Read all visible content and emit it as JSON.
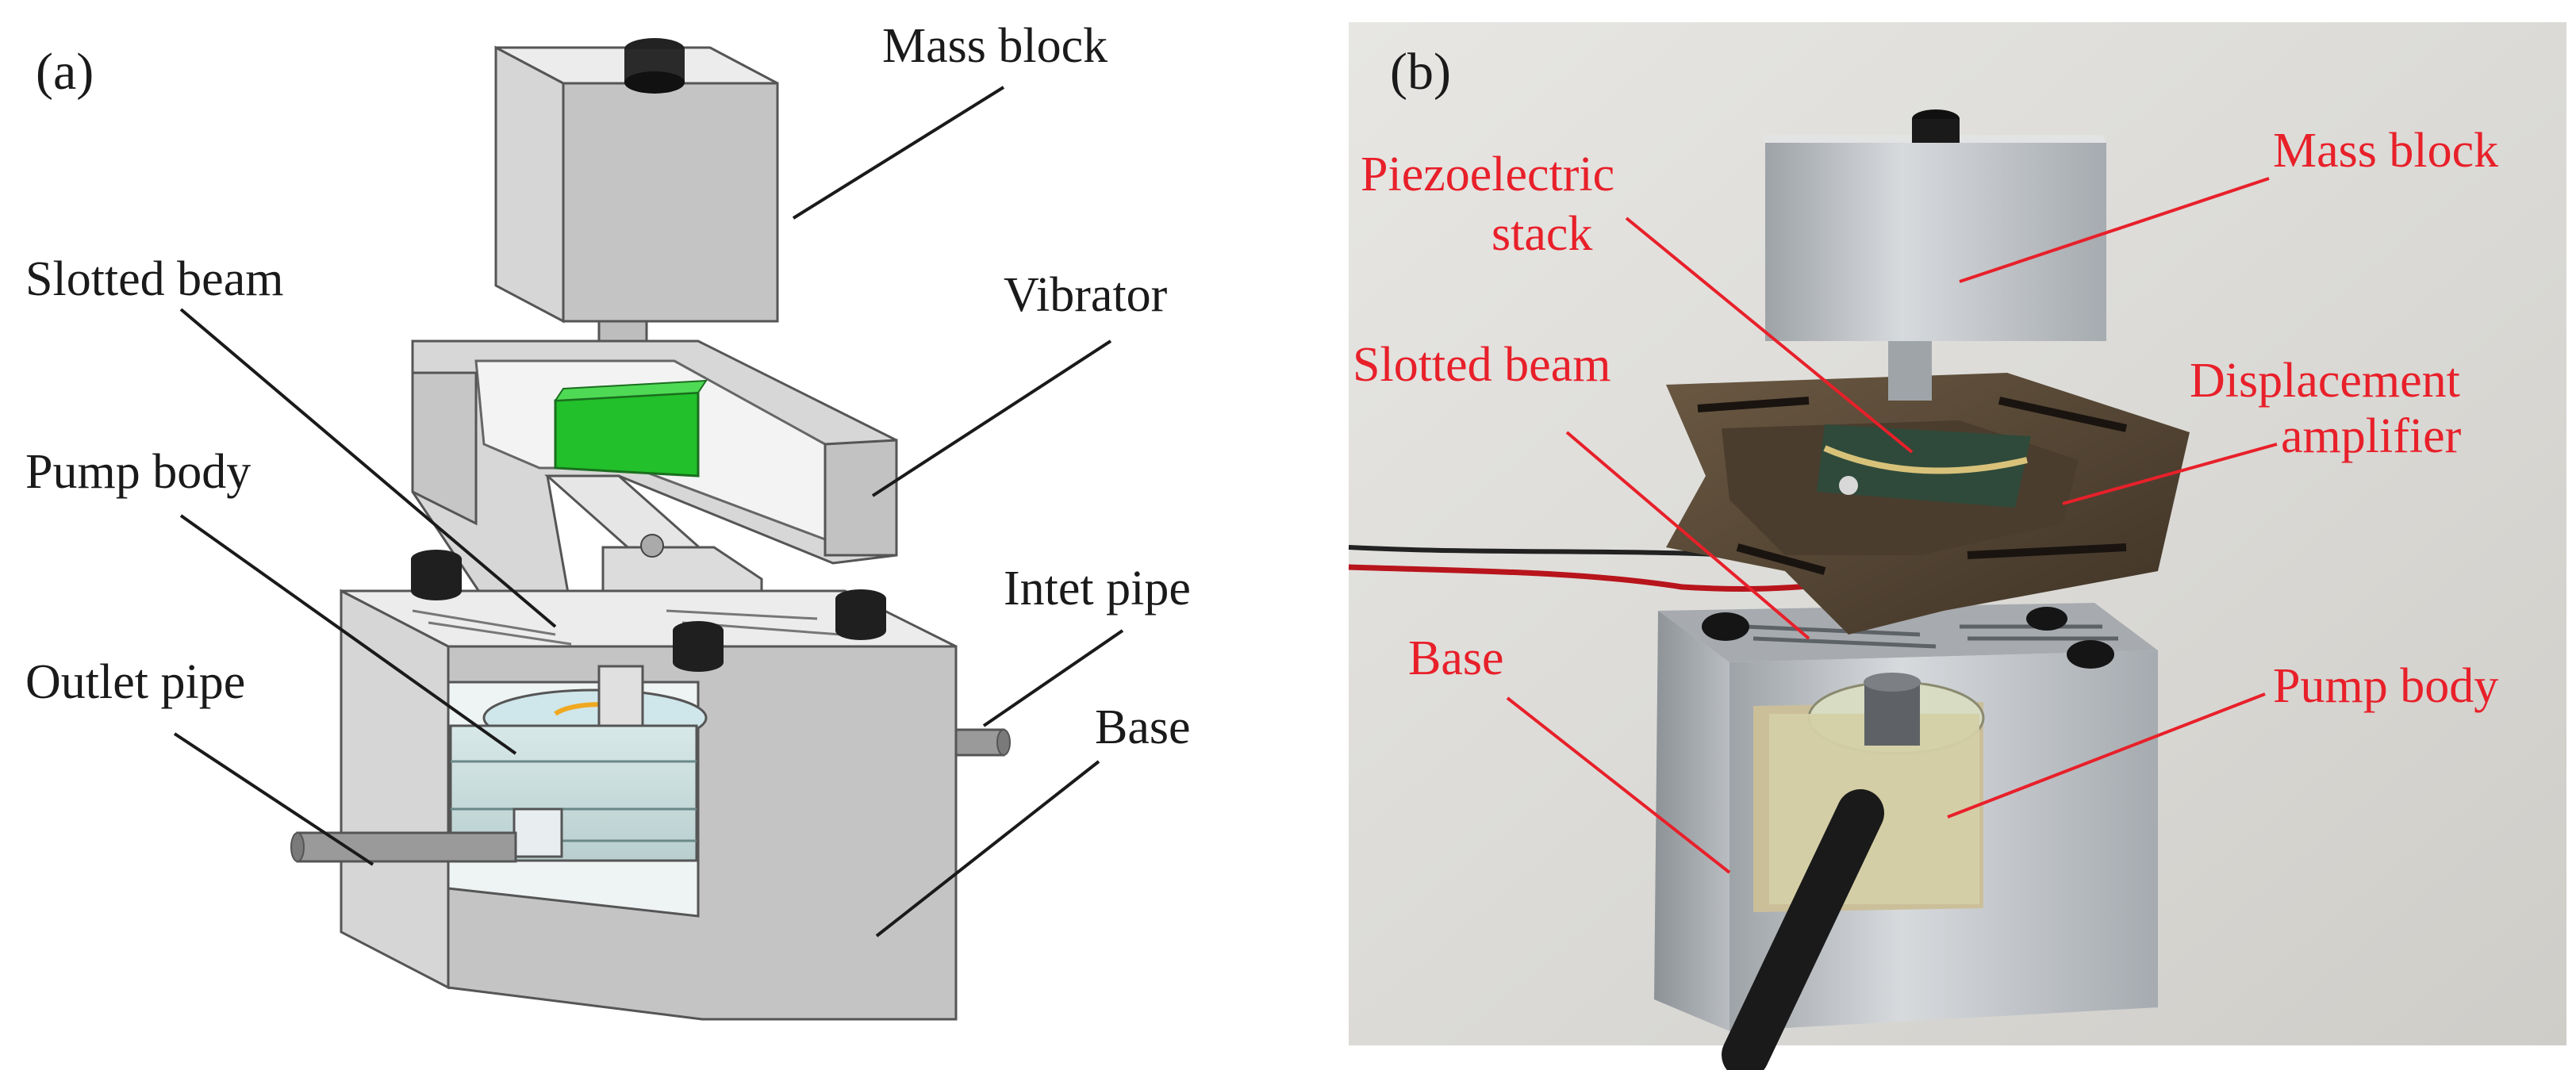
{
  "panel_a": {
    "tag": "(a)",
    "labels": {
      "mass_block": "Mass block",
      "slotted_beam": "Slotted beam",
      "vibrator": "Vibrator",
      "pump_body": "Pump body",
      "intet_pipe": "Intet pipe",
      "outlet_pipe": "Outlet pipe",
      "base": "Base"
    }
  },
  "panel_b": {
    "tag": "(b)",
    "labels": {
      "piezo_line1": "Piezoelectric",
      "piezo_line2": "stack",
      "mass_block": "Mass block",
      "slotted_beam": "Slotted beam",
      "displacement_line1": "Displacement",
      "displacement_line2": "amplifier",
      "base": "Base",
      "pump_body": "Pump body"
    }
  },
  "colors": {
    "label_a": "#1a1a1a",
    "label_b": "#e8202a",
    "piezo_green": "#22c02a",
    "amplifier_bronze": "#5b4a36",
    "aluminum": "#c9ccce"
  }
}
